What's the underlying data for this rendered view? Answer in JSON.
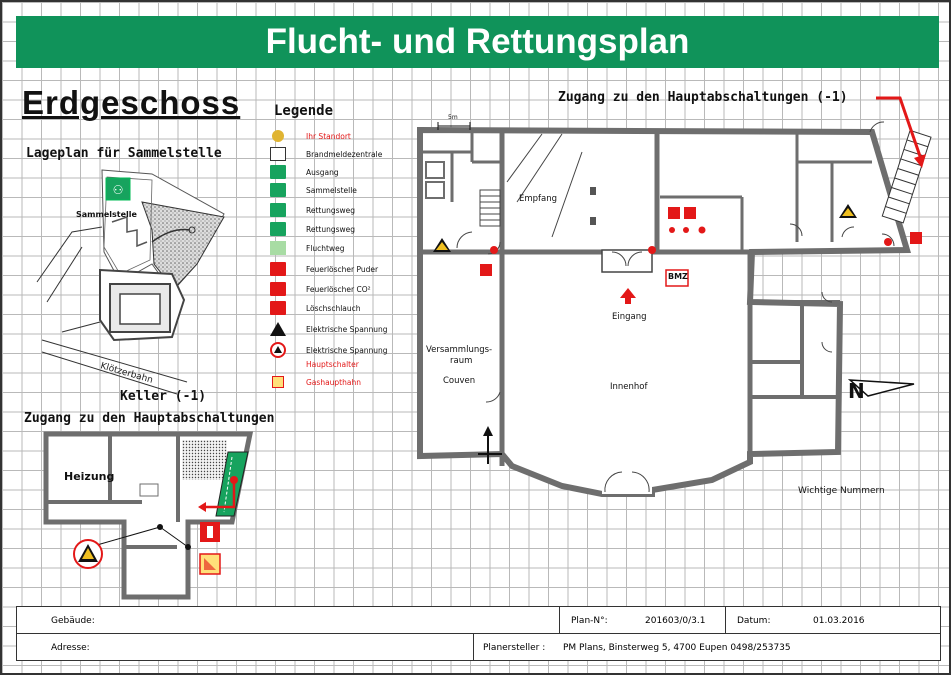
{
  "title": "Flucht- und Rettungsplan",
  "floor": "Erdgeschoss",
  "lageplan_title": "Lageplan für Sammelstelle",
  "sammelstelle_label": "Sammelstelle",
  "street_label": "Klötzerbahn",
  "keller": {
    "title": "Keller (-1)",
    "subtitle": "Zugang zu den Hauptabschaltungen",
    "room_heizung": "Heizung"
  },
  "access_note": "Zugang zu den Hauptabschaltungen (-1)",
  "legend": {
    "title": "Legende",
    "items": [
      {
        "label": "Ihr Standort",
        "icon": "standort-dot-icon",
        "red": true
      },
      {
        "label": "Brandmeldezentrale",
        "icon": "bmz-icon",
        "red": false
      },
      {
        "label": "Ausgang",
        "icon": "exit-door-icon",
        "red": false
      },
      {
        "label": "Sammelstelle",
        "icon": "assembly-point-icon",
        "red": false
      },
      {
        "label": "Rettungsweg",
        "icon": "escape-route-left-icon",
        "red": false
      },
      {
        "label": "Rettungsweg",
        "icon": "escape-route-right-icon",
        "red": false
      },
      {
        "label": "Fluchtweg",
        "icon": "escape-arrow-icon",
        "red": false
      },
      {
        "label": "Feuerlöscher Puder",
        "icon": "powder-extinguisher-icon",
        "red": false
      },
      {
        "label": "Feuerlöscher CO²",
        "icon": "co2-extinguisher-icon",
        "red": false
      },
      {
        "label": "Löschschlauch",
        "icon": "fire-hose-icon",
        "red": false
      },
      {
        "label": "Elektrische Spannung",
        "icon": "voltage-warning-icon",
        "red": false
      },
      {
        "label": "Elektrische Spannung",
        "icon": "main-switch-icon",
        "red": false
      },
      {
        "label": "Hauptschalter",
        "icon": "",
        "red": true
      },
      {
        "label": "Gashaupthahn",
        "icon": "gas-valve-icon",
        "red": true
      }
    ]
  },
  "rooms": {
    "empfang": "Empfang",
    "versammlungsraum_line1": "Versammlungs-",
    "versammlungsraum_line2": "raum",
    "couven": "Couven",
    "innenhof": "Innenhof",
    "eingang": "Eingang",
    "bmz": "BMZ",
    "scale": "5m"
  },
  "important_numbers": "Wichtige Nummern",
  "footer": {
    "gebaeude_label": "Gebäude:",
    "adresse_label": "Adresse:",
    "plan_nr_label": "Plan-N°:",
    "plan_nr_value": "201603/0/3.1",
    "datum_label": "Datum:",
    "datum_value": "01.03.2016",
    "planersteller_label": "Planersteller :",
    "planersteller_value": "PM Plans, Binsterweg 5, 4700 Eupen 0498/253735"
  },
  "colors": {
    "green": "#10935a",
    "red": "#e31818",
    "wall": "#6e6e6e"
  }
}
